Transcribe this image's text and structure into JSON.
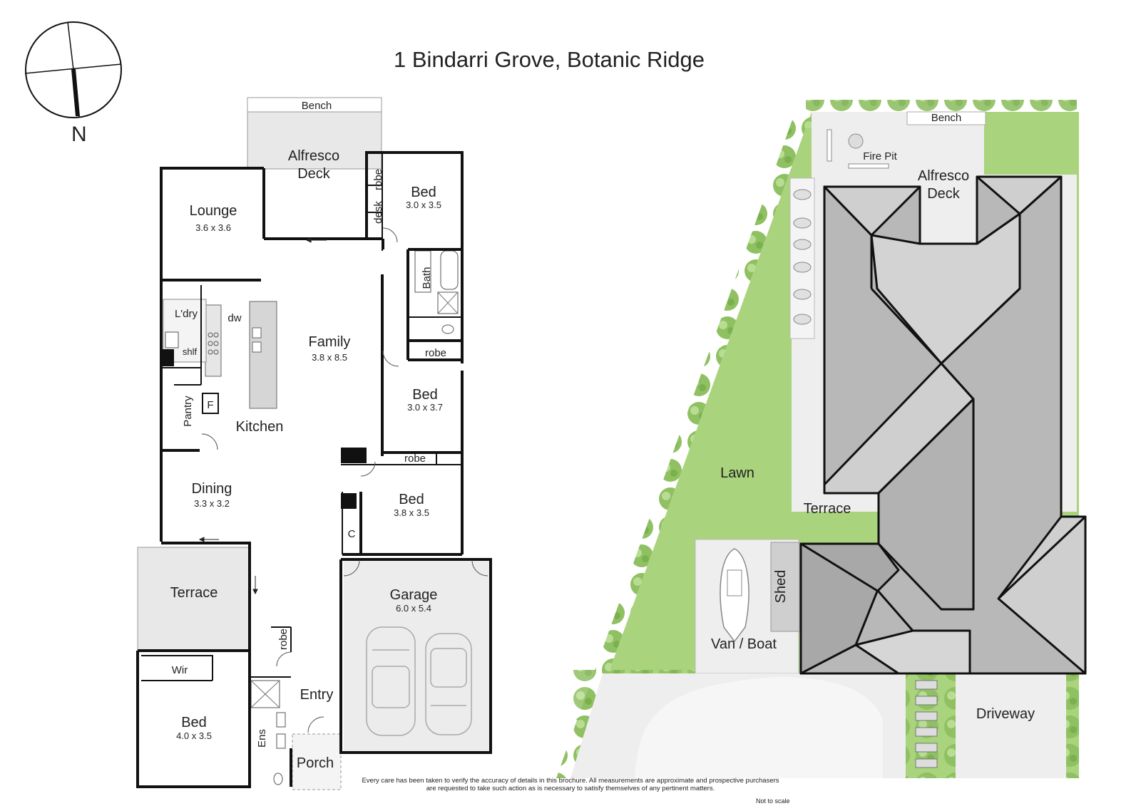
{
  "title": "1 Bindarri Grove, Botanic Ridge",
  "compass": {
    "label": "N"
  },
  "floor_plan": {
    "bench": "Bench",
    "alfresco_1": "Alfresco",
    "alfresco_2": "Deck",
    "lounge": {
      "name": "Lounge",
      "size": "3.6 x 3.6"
    },
    "bed1": {
      "name": "Bed",
      "size": "3.0 x 3.5"
    },
    "robe_v": "robe",
    "desk": "desk",
    "bath": "Bath",
    "laundry": "L'dry",
    "shelf": "shlf",
    "dw": "dw",
    "family": {
      "name": "Family",
      "size": "3.8 x 8.5"
    },
    "robe2": "robe",
    "bed2": {
      "name": "Bed",
      "size": "3.0 x 3.7"
    },
    "pantry": "Pantry",
    "fridge": "F",
    "kitchen": "Kitchen",
    "robe3": "robe",
    "dining": {
      "name": "Dining",
      "size": "3.3 x 3.2"
    },
    "bed3": {
      "name": "Bed",
      "size": "3.8 x 3.5"
    },
    "cupboard": "C",
    "terrace": "Terrace",
    "garage": {
      "name": "Garage",
      "size": "6.0 x 5.4"
    },
    "robe4": "robe",
    "wir": "Wir",
    "entry": "Entry",
    "bed4": {
      "name": "Bed",
      "size": "4.0 x 3.5"
    },
    "ens": "Ens",
    "porch": "Porch"
  },
  "site_plan": {
    "bench": "Bench",
    "fire_pit": "Fire Pit",
    "alfresco_1": "Alfresco",
    "alfresco_2": "Deck",
    "lawn": "Lawn",
    "terrace": "Terrace",
    "shed": "Shed",
    "van_boat": "Van / Boat",
    "driveway": "Driveway"
  },
  "colors": {
    "wall": "#111111",
    "outdoor_floor": "#e8e8e8",
    "roof_light": "#cfcfcf",
    "roof_mid": "#b5b5b5",
    "lawn": "#a9d37c",
    "paving": "#eeeeee"
  },
  "disclaimer_line1": "Every care has been taken to verify the accuracy of details in this brochure. All measurements are approximate and prospective purchasers",
  "disclaimer_line2": "are requested to take such action as is necessary to satisfy themselves of any pertinent matters.",
  "not_to_scale": "Not to scale"
}
